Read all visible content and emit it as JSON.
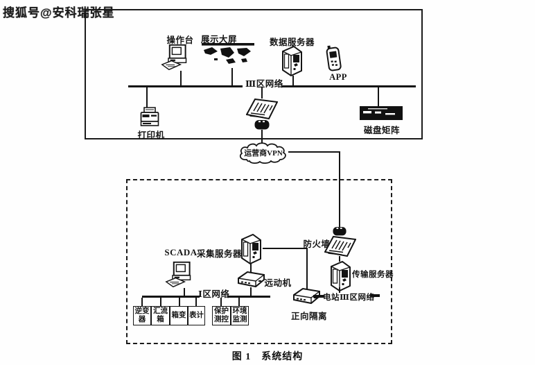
{
  "watermark": "搜狐号@安科瑞张星",
  "figure_caption": "图 1　系统结构",
  "colors": {
    "ink": "#141414",
    "background": "#ffffff"
  },
  "zone3": {
    "operator_console": "操作台",
    "display_screen": "展示大屏",
    "data_server": "数据服务器",
    "app": "APP",
    "network_label": "Ⅲ区网络",
    "printer": "打印机",
    "disk_array": "磁盘矩阵"
  },
  "vpn_cloud": {
    "label": "运营商VPN"
  },
  "station": {
    "scada": "SCADA",
    "collection_server": "采集服务器",
    "remote_terminal": "远动机",
    "zone1_network": "Ⅰ区网络",
    "firewall": "防火墙",
    "transmission_server": "传输服务器",
    "forward_isolation": "正向隔离",
    "station_zone3_network": "电站Ⅲ区网络",
    "field_devices": [
      {
        "line1": "逆变",
        "line2": "器"
      },
      {
        "line1": "汇流",
        "line2": "箱"
      },
      {
        "line1": "箱变",
        "line2": ""
      },
      {
        "line1": "表计",
        "line2": ""
      },
      {
        "line1": "保护",
        "line2": "测控"
      },
      {
        "line1": "环境",
        "line2": "监测"
      }
    ]
  }
}
